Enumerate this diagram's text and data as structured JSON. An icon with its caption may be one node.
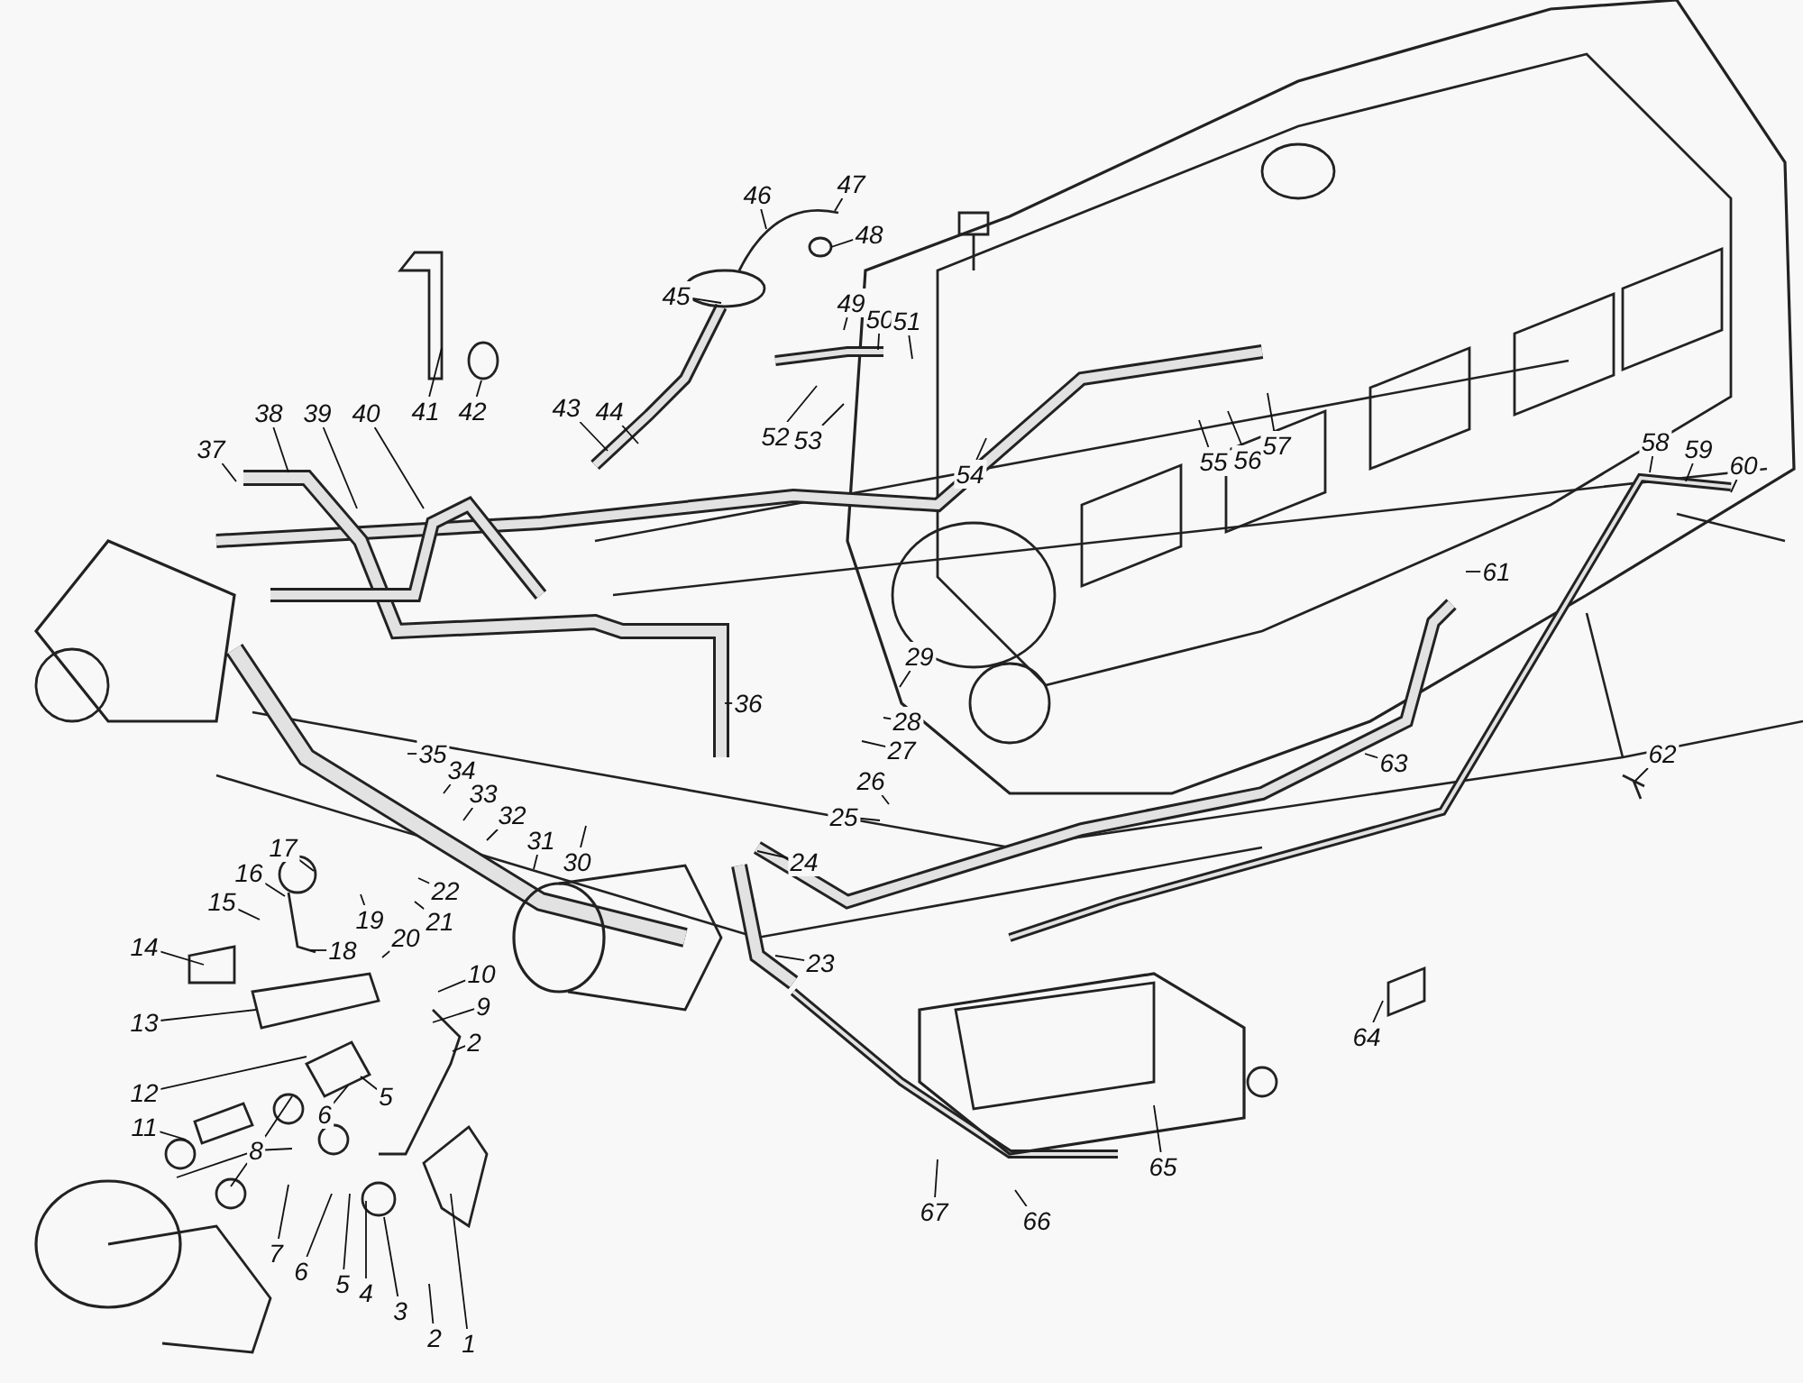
{
  "diagram": {
    "nodes": [
      {
        "text": [
          "1"
        ]
      },
      {
        "text": [
          "2"
        ]
      },
      {
        "text": [
          "2"
        ]
      },
      {
        "text": [
          "3"
        ]
      },
      {
        "text": [
          "4"
        ]
      },
      {
        "text": [
          "5"
        ]
      },
      {
        "text": [
          "5"
        ]
      },
      {
        "text": [
          "6"
        ]
      },
      {
        "text": [
          "6"
        ]
      },
      {
        "text": [
          "7"
        ]
      },
      {
        "text": [
          "8"
        ]
      },
      {
        "text": [
          "9"
        ]
      },
      {
        "text": [
          "10"
        ]
      },
      {
        "text": [
          "11"
        ]
      },
      {
        "text": [
          "12"
        ]
      },
      {
        "text": [
          "13"
        ]
      },
      {
        "text": [
          "14"
        ]
      },
      {
        "text": [
          "15"
        ]
      },
      {
        "text": [
          "16"
        ]
      },
      {
        "text": [
          "17"
        ]
      },
      {
        "text": [
          "18"
        ]
      },
      {
        "text": [
          "19"
        ]
      },
      {
        "text": [
          "20"
        ]
      },
      {
        "text": [
          "21"
        ]
      },
      {
        "text": [
          "22"
        ]
      },
      {
        "text": [
          "23"
        ]
      },
      {
        "text": [
          "24"
        ]
      },
      {
        "text": [
          "25"
        ]
      },
      {
        "text": [
          "26"
        ]
      },
      {
        "text": [
          "27"
        ]
      },
      {
        "text": [
          "28"
        ]
      },
      {
        "text": [
          "29"
        ]
      },
      {
        "text": [
          "30"
        ]
      },
      {
        "text": [
          "31"
        ]
      },
      {
        "text": [
          "32"
        ]
      },
      {
        "text": [
          "33"
        ]
      },
      {
        "text": [
          "34"
        ]
      },
      {
        "text": [
          "35"
        ]
      },
      {
        "text": [
          "36"
        ]
      },
      {
        "text": [
          "37"
        ]
      },
      {
        "text": [
          "38"
        ]
      },
      {
        "text": [
          "39"
        ]
      },
      {
        "text": [
          "40"
        ]
      },
      {
        "text": [
          "41"
        ]
      },
      {
        "text": [
          "42"
        ]
      },
      {
        "text": [
          "43"
        ]
      },
      {
        "text": [
          "44"
        ]
      },
      {
        "text": [
          "45"
        ]
      },
      {
        "text": [
          "46"
        ]
      },
      {
        "text": [
          "47"
        ]
      },
      {
        "text": [
          "48"
        ]
      },
      {
        "text": [
          "49"
        ]
      },
      {
        "text": [
          "50"
        ]
      },
      {
        "text": [
          "51"
        ]
      },
      {
        "text": [
          "52"
        ]
      },
      {
        "text": [
          "53"
        ]
      },
      {
        "text": [
          "54"
        ]
      },
      {
        "text": [
          "55"
        ]
      },
      {
        "text": [
          "56"
        ]
      },
      {
        "text": [
          "57"
        ]
      },
      {
        "text": [
          "58"
        ]
      },
      {
        "text": [
          "59"
        ]
      },
      {
        "text": [
          "60"
        ]
      },
      {
        "text": [
          "61"
        ]
      },
      {
        "text": [
          "62"
        ]
      },
      {
        "text": [
          "63"
        ]
      },
      {
        "text": [
          "64"
        ]
      },
      {
        "text": [
          "65"
        ]
      },
      {
        "text": [
          "66"
        ]
      },
      {
        "text": [
          "67"
        ]
      }
    ],
    "edges": [
      {
        "from": 0,
        "to": null,
        "arrow": "none"
      },
      {
        "from": 1,
        "to": null,
        "arrow": "none"
      },
      {
        "from": 2,
        "to": null,
        "arrow": "none"
      },
      {
        "from": 3,
        "to": null,
        "arrow": "none"
      },
      {
        "from": 4,
        "to": null,
        "arrow": "none"
      },
      {
        "from": 5,
        "to": null,
        "arrow": "none"
      },
      {
        "from": 6,
        "to": null,
        "arrow": "none"
      },
      {
        "from": 7,
        "to": null,
        "arrow": "none"
      },
      {
        "from": 8,
        "to": null,
        "arrow": "none"
      },
      {
        "from": 9,
        "to": null,
        "arrow": "none"
      },
      {
        "from": 10,
        "to": null,
        "arrow": "none"
      },
      {
        "from": 10,
        "to": null,
        "arrow": "none"
      },
      {
        "from": 10,
        "to": null,
        "arrow": "none"
      },
      {
        "from": 10,
        "to": null,
        "arrow": "none"
      },
      {
        "from": 11,
        "to": null,
        "arrow": "none"
      },
      {
        "from": 12,
        "to": null,
        "arrow": "none"
      },
      {
        "from": 13,
        "to": null,
        "arrow": "none"
      },
      {
        "from": 14,
        "to": null,
        "arrow": "none"
      },
      {
        "from": 15,
        "to": null,
        "arrow": "none"
      },
      {
        "from": 16,
        "to": null,
        "arrow": "none"
      },
      {
        "from": 17,
        "to": null,
        "arrow": "none"
      },
      {
        "from": 18,
        "to": null,
        "arrow": "none"
      },
      {
        "from": 19,
        "to": null,
        "arrow": "none"
      },
      {
        "from": 20,
        "to": null,
        "arrow": "none"
      },
      {
        "from": 21,
        "to": null,
        "arrow": "none"
      },
      {
        "from": 22,
        "to": null,
        "arrow": "none"
      },
      {
        "from": 23,
        "to": null,
        "arrow": "none"
      },
      {
        "from": 24,
        "to": null,
        "arrow": "none"
      },
      {
        "from": 25,
        "to": null,
        "arrow": "none"
      },
      {
        "from": 26,
        "to": null,
        "arrow": "none"
      },
      {
        "from": 27,
        "to": null,
        "arrow": "none"
      },
      {
        "from": 28,
        "to": null,
        "arrow": "none"
      },
      {
        "from": 29,
        "to": null,
        "arrow": "none"
      },
      {
        "from": 30,
        "to": null,
        "arrow": "none"
      },
      {
        "from": 31,
        "to": null,
        "arrow": "none"
      },
      {
        "from": 32,
        "to": null,
        "arrow": "none"
      },
      {
        "from": 33,
        "to": null,
        "arrow": "none"
      },
      {
        "from": 34,
        "to": null,
        "arrow": "none"
      },
      {
        "from": 35,
        "to": null,
        "arrow": "none"
      },
      {
        "from": 36,
        "to": null,
        "arrow": "none"
      },
      {
        "from": 37,
        "to": null,
        "arrow": "none"
      },
      {
        "from": 38,
        "to": null,
        "arrow": "none"
      },
      {
        "from": 39,
        "to": null,
        "arrow": "none"
      },
      {
        "from": 40,
        "to": null,
        "arrow": "none"
      },
      {
        "from": 41,
        "to": null,
        "arrow": "none"
      },
      {
        "from": 42,
        "to": null,
        "arrow": "none"
      },
      {
        "from": 43,
        "to": null,
        "arrow": "none"
      },
      {
        "from": 44,
        "to": null,
        "arrow": "none"
      },
      {
        "from": 45,
        "to": null,
        "arrow": "none"
      },
      {
        "from": 46,
        "to": null,
        "arrow": "none"
      },
      {
        "from": 47,
        "to": null,
        "arrow": "none"
      },
      {
        "from": 48,
        "to": null,
        "arrow": "none"
      },
      {
        "from": 49,
        "to": null,
        "arrow": "none"
      },
      {
        "from": 50,
        "to": null,
        "arrow": "none"
      },
      {
        "from": 51,
        "to": null,
        "arrow": "none"
      },
      {
        "from": 52,
        "to": null,
        "arrow": "none"
      },
      {
        "from": 53,
        "to": null,
        "arrow": "none"
      },
      {
        "from": 54,
        "to": null,
        "arrow": "none"
      },
      {
        "from": 55,
        "to": null,
        "arrow": "none"
      },
      {
        "from": 56,
        "to": null,
        "arrow": "none"
      },
      {
        "from": 57,
        "to": null,
        "arrow": "none"
      },
      {
        "from": 58,
        "to": null,
        "arrow": "none"
      },
      {
        "from": 59,
        "to": null,
        "arrow": "none"
      },
      {
        "from": 60,
        "to": null,
        "arrow": "none"
      },
      {
        "from": 61,
        "to": null,
        "arrow": "none"
      },
      {
        "from": 62,
        "to": null,
        "arrow": "none"
      },
      {
        "from": 63,
        "to": null,
        "arrow": "none"
      },
      {
        "from": 64,
        "to": null,
        "arrow": "none"
      },
      {
        "from": 65,
        "to": null,
        "arrow": "none"
      },
      {
        "from": 66,
        "to": null,
        "arrow": "none"
      },
      {
        "from": 67,
        "to": null,
        "arrow": "none"
      },
      {
        "from": 68,
        "to": null,
        "arrow": "none"
      },
      {
        "from": 69,
        "to": null,
        "arrow": "none"
      }
    ]
  }
}
